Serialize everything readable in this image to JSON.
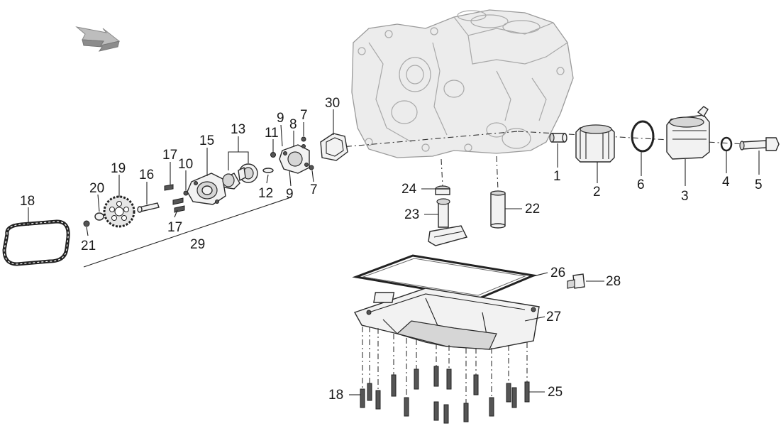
{
  "labels": [
    {
      "id": "18a",
      "text": "18"
    },
    {
      "id": "19",
      "text": "19"
    },
    {
      "id": "20",
      "text": "20"
    },
    {
      "id": "21",
      "text": "21"
    },
    {
      "id": "16",
      "text": "16"
    },
    {
      "id": "17a",
      "text": "17"
    },
    {
      "id": "17b",
      "text": "17"
    },
    {
      "id": "10",
      "text": "10"
    },
    {
      "id": "15",
      "text": "15"
    },
    {
      "id": "13",
      "text": "13"
    },
    {
      "id": "11",
      "text": "11"
    },
    {
      "id": "12",
      "text": "12"
    },
    {
      "id": "9a",
      "text": "9"
    },
    {
      "id": "9b",
      "text": "9"
    },
    {
      "id": "8",
      "text": "8"
    },
    {
      "id": "7a",
      "text": "7"
    },
    {
      "id": "7b",
      "text": "7"
    },
    {
      "id": "29",
      "text": "29"
    },
    {
      "id": "30",
      "text": "30"
    },
    {
      "id": "24",
      "text": "24"
    },
    {
      "id": "23",
      "text": "23"
    },
    {
      "id": "22",
      "text": "22"
    },
    {
      "id": "1",
      "text": "1"
    },
    {
      "id": "2",
      "text": "2"
    },
    {
      "id": "6",
      "text": "6"
    },
    {
      "id": "3",
      "text": "3"
    },
    {
      "id": "4",
      "text": "4"
    },
    {
      "id": "5",
      "text": "5"
    },
    {
      "id": "26",
      "text": "26"
    },
    {
      "id": "28",
      "text": "28"
    },
    {
      "id": "27",
      "text": "27"
    },
    {
      "id": "18b",
      "text": "18"
    },
    {
      "id": "25",
      "text": "25"
    }
  ]
}
